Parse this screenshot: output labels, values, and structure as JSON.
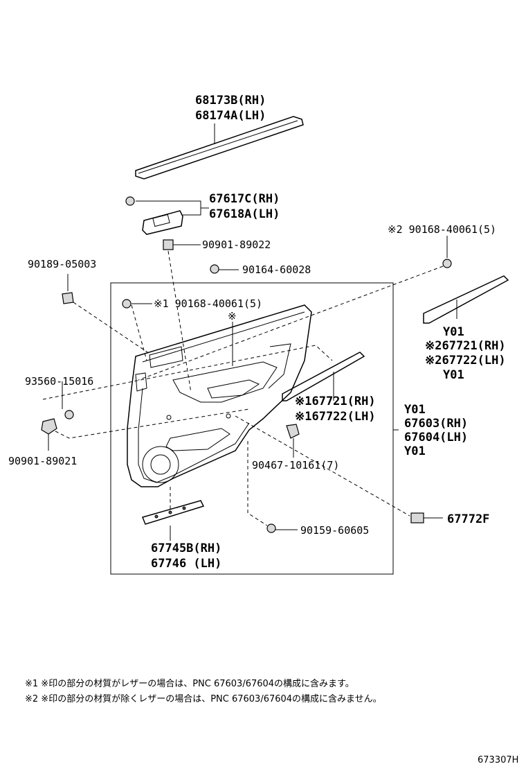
{
  "labels": {
    "moulding_rh": "68173B(RH)",
    "moulding_lh": "68174A(LH)",
    "switch_base_rh": "67617C(RH)",
    "switch_base_lh": "67618A(LH)",
    "clip_89022": "90901-89022",
    "screw_60028": "90164-60028",
    "clip_05003": "90189-05003",
    "screw_40061_a": "※1 90168-40061(5)",
    "mark": "※",
    "screw_40061_b": "※2 90168-40061(5)",
    "y01_a": "Y01",
    "ornament2_rh": "※267721(RH)",
    "ornament2_lh": "※267722(LH)",
    "y01_b": "Y01",
    "screw_15016": "93560-15016",
    "ornament1_rh": "※167721(RH)",
    "ornament1_lh": "※167722(LH)",
    "y01_c": "Y01",
    "panel_rh": "67603(RH)",
    "panel_lh": "67604(LH)",
    "y01_d": "Y01",
    "clip_89021": "90901-89021",
    "clip_10161": "90467-10161(7)",
    "cover_67772f": "67772F",
    "screw_60605": "90159-60605",
    "reflector_rh": "67745B(RH)",
    "reflector_lh": "67746  (LH)"
  },
  "notes": {
    "note1": "※1  ※印の部分の材質がレザーの場合は、PNC 67603/67604の構成に含みます。",
    "note2": "※2  ※印の部分の材質が除くレザーの場合は、PNC 67603/67604の構成に含みません。"
  },
  "diagram_id": "673307H"
}
